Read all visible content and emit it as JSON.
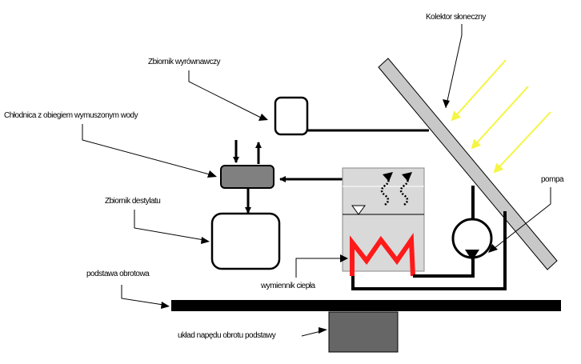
{
  "labels": {
    "collector": "Kolektor słoneczny",
    "expansion_tank": "Zbiornik wyrównawczy",
    "cooler": "Chłodnica z obiegiem wymuszonym wody",
    "distillate_tank": "Zbiornik destylatu",
    "pump": "pompa",
    "heat_exchanger": "wymiennik ciepła",
    "base": "podstawa obrotowa",
    "drive": "układ napędu obrotu podstawy"
  },
  "colors": {
    "sun_rays": "#f5f542",
    "heater": "#ff1a1a",
    "collector_fill": "#c8c8c8",
    "cooler_fill": "#808080",
    "box_fill": "#d9d9d9",
    "drive_fill": "#666666",
    "line": "#000000"
  },
  "icons": {
    "water_level": "triangle-down-icon",
    "vapor": "wavy-arrow-icon"
  }
}
